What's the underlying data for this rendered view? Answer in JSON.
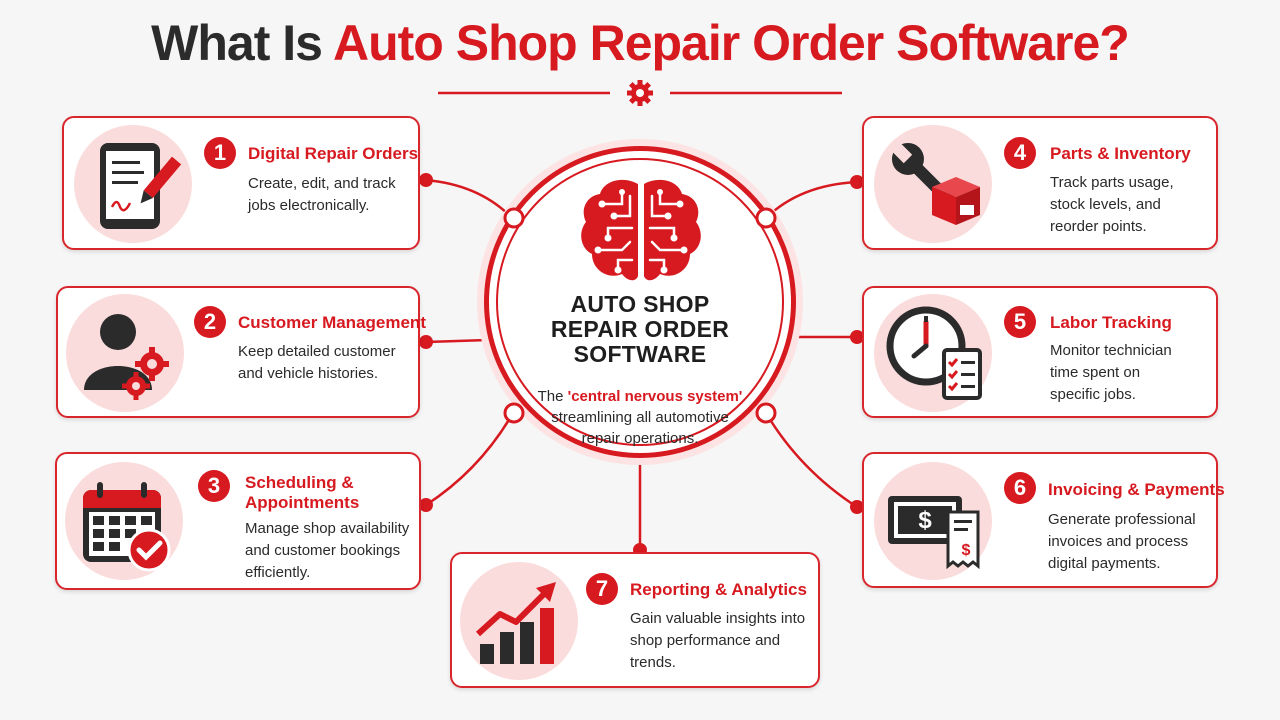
{
  "header": {
    "title_part1": "What Is ",
    "title_part2": "Auto Shop Repair Order Software?"
  },
  "center": {
    "title_line1": "AUTO SHOP",
    "title_line2": "REPAIR ORDER",
    "title_line3": "SOFTWARE",
    "desc_prefix": "The ",
    "desc_highlight": "'central nervous system'",
    "desc_line2": "streamlining all automotive",
    "desc_line3": "repair operations."
  },
  "features": [
    {
      "number": "1",
      "title": "Digital Repair Orders",
      "desc_line1": "Create, edit, and track",
      "desc_line2": "jobs electronically.",
      "desc_line3": "",
      "icon": "tablet-signature-icon"
    },
    {
      "number": "2",
      "title": "Customer Management",
      "desc_line1": "Keep detailed customer",
      "desc_line2": "and vehicle histories.",
      "desc_line3": "",
      "icon": "user-gears-icon"
    },
    {
      "number": "3",
      "title_line1": "Scheduling &",
      "title_line2": "Appointments",
      "desc_line1": "Manage shop availability",
      "desc_line2": "and customer bookings",
      "desc_line3": "efficiently.",
      "icon": "calendar-check-icon"
    },
    {
      "number": "4",
      "title": "Parts & Inventory",
      "desc_line1": "Track parts usage,",
      "desc_line2": "stock levels, and",
      "desc_line3": "reorder points.",
      "icon": "wrench-box-icon"
    },
    {
      "number": "5",
      "title": "Labor Tracking",
      "desc_line1": "Monitor technician",
      "desc_line2": "time spent on",
      "desc_line3": "specific jobs.",
      "icon": "clock-checklist-icon"
    },
    {
      "number": "6",
      "title": "Invoicing & Payments",
      "desc_line1": "Generate professional",
      "desc_line2": "invoices and process",
      "desc_line3": "digital payments.",
      "icon": "money-invoice-icon"
    },
    {
      "number": "7",
      "title": "Reporting & Analytics",
      "desc_line1": "Gain valuable insights into",
      "desc_line2": "shop performance and",
      "desc_line3": "trends.",
      "icon": "growth-chart-icon"
    }
  ],
  "colors": {
    "accent": "#d71920",
    "dark": "#2b2b2b",
    "icon_bg": "#fbdcdc"
  }
}
